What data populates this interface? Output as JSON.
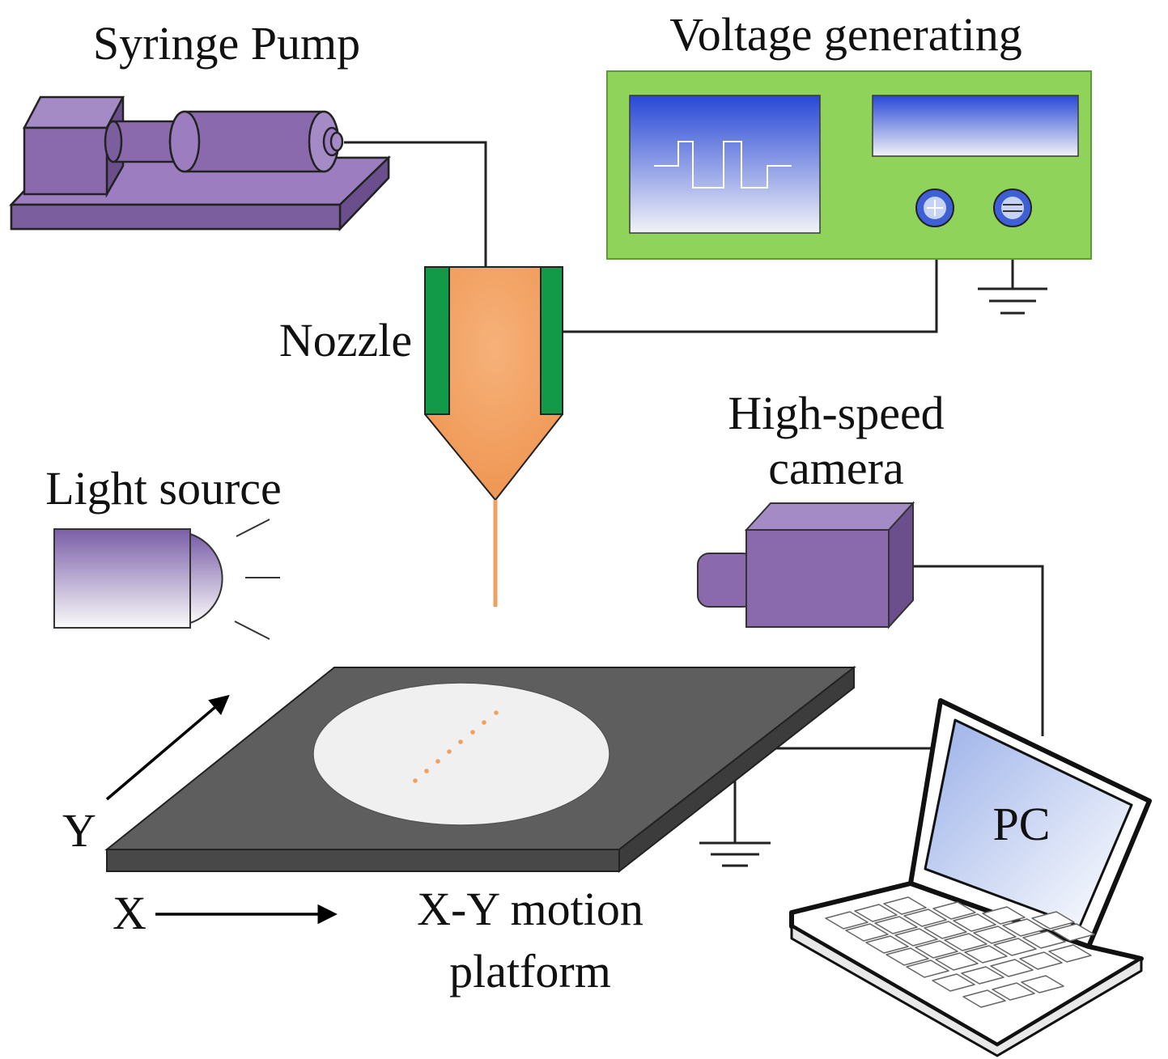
{
  "labels": {
    "syringe_pump": "Syringe Pump",
    "voltage_generating": "Voltage generating",
    "nozzle": "Nozzle",
    "light_source": "Light source",
    "high_speed_camera_line1": "High-speed",
    "high_speed_camera_line2": "camera",
    "axis_y": "Y",
    "axis_x": "X",
    "platform_line1": "X-Y motion",
    "platform_line2": "platform",
    "pc": "PC"
  },
  "colors": {
    "pump_purple": "#8a6aac",
    "generator_green": "#8fd35a",
    "nozzle_orange": "#f2a060",
    "nozzle_green": "#129a48",
    "platform_gray": "#5e5e5e",
    "wafer": "#f0f0f0",
    "screen_blue": "#2a4fd8"
  },
  "icons": [
    "syringe-pump-icon",
    "function-generator-icon",
    "nozzle-icon",
    "light-source-icon",
    "camera-icon",
    "laptop-icon",
    "ground-symbol-icon",
    "arrow-icon"
  ]
}
